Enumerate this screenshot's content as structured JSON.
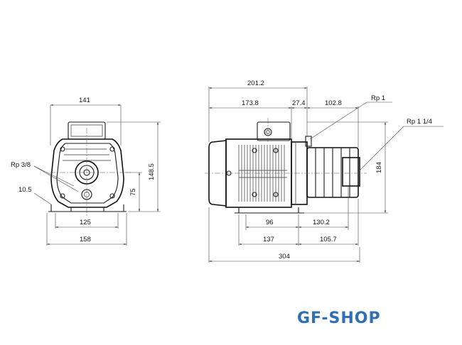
{
  "front_view": {
    "width_top": "141",
    "base_inner": "125",
    "base_outer": "158",
    "foot_thickness": "10.5",
    "height_total": "148.5",
    "shaft_height": "75",
    "port": "Rp 3/8"
  },
  "side_view": {
    "length_upper": "201.2",
    "motor_length": "173.8",
    "gap": "27.4",
    "pump_length": "102.8",
    "outlet_port": "Rp 1",
    "inlet_port": "Rp 1 1/4",
    "height": "184",
    "foot_spacing": "96",
    "pump_to_foot": "130.2",
    "foot_overall": "137",
    "pump_overhang": "105.7",
    "total_length": "304"
  },
  "watermark": "GF-SHOP",
  "colors": {
    "line": "#1a1a1a",
    "watermark": "#2f6fb3",
    "background": "#ffffff"
  }
}
